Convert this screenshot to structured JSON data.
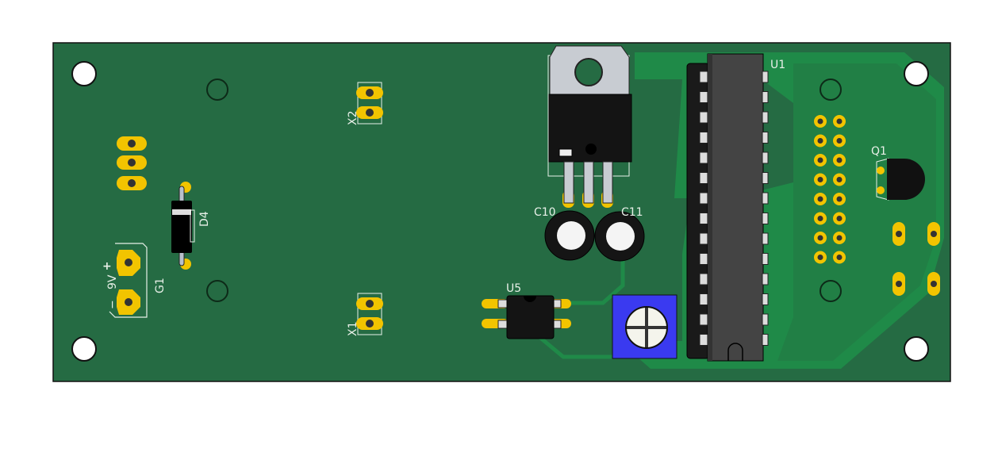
{
  "board": {
    "colors": {
      "board": "#256b43",
      "pour": "#1f8a48",
      "pad": "#f2c400",
      "silk": "#e8f0e8",
      "pot": "#3a3af0"
    },
    "labels": {
      "x2": "X2",
      "x1": "X1",
      "d4": "D4",
      "g1": "G1",
      "g1_voltage": "9V",
      "g1_plus": "+",
      "g1_minus": "−",
      "c10": "C10",
      "c11": "C11",
      "u5": "U5",
      "u1": "U1",
      "q1": "Q1"
    }
  }
}
